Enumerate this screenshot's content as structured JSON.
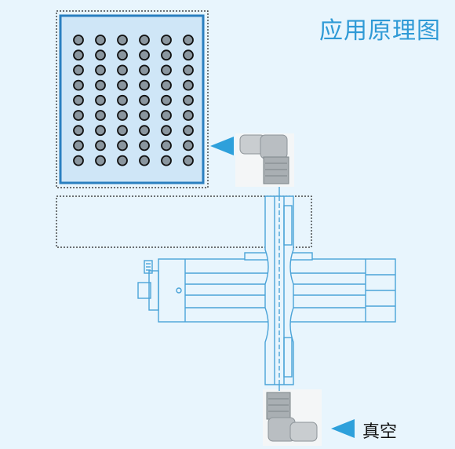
{
  "diagram": {
    "title": "应用原理图",
    "vacuum_label": "真空",
    "suction_grid": {
      "rows": 9,
      "cols": 6
    },
    "colors": {
      "background": "#e8f5fd",
      "accent": "#2f9ad6",
      "line": "#4aa3d8",
      "plate_fill": "#cfe6f7",
      "plate_border": "#2a7fc0",
      "hole": "#8a969f",
      "arrow": "#2ea0db"
    }
  }
}
